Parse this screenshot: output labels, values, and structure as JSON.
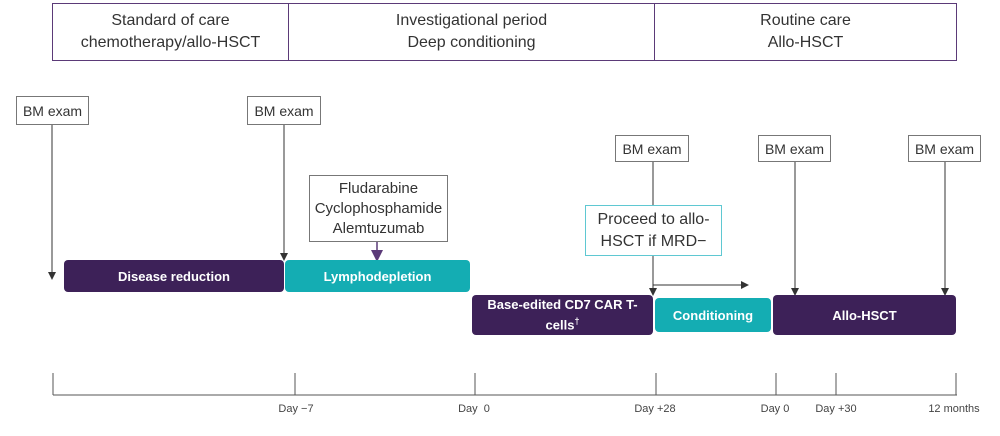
{
  "phases": [
    {
      "line1": "Standard of care",
      "line2": "chemotherapy/allo-HSCT"
    },
    {
      "line1": "Investigational period",
      "line2": "Deep conditioning"
    },
    {
      "line1": "Routine care",
      "line2": "Allo-HSCT"
    }
  ],
  "bm_exam_label": "BM exam",
  "drugs": {
    "line1": "Fludarabine",
    "line2": "Cyclophosphamide",
    "line3": "Alemtuzumab"
  },
  "mrd_callout": {
    "line1": "Proceed to allo-",
    "line2": "HSCT if MRD−"
  },
  "bars": {
    "disease_reduction": "Disease reduction",
    "lymphodepletion": "Lymphodepletion",
    "car_t_line1": "Base-edited CD7 CAR T-",
    "car_t_line2": "cells",
    "car_t_mark": "†",
    "conditioning": "Conditioning",
    "allo_hsct": "Allo-HSCT"
  },
  "timeline_ticks": [
    "Day −7",
    "Day  0",
    "Day +28",
    "Day 0",
    "Day +30",
    "12 months"
  ],
  "colors": {
    "purple": "#3d2158",
    "teal": "#14adb3",
    "phase_border": "#5b3a78",
    "mrd_border": "#5fc8d2"
  }
}
